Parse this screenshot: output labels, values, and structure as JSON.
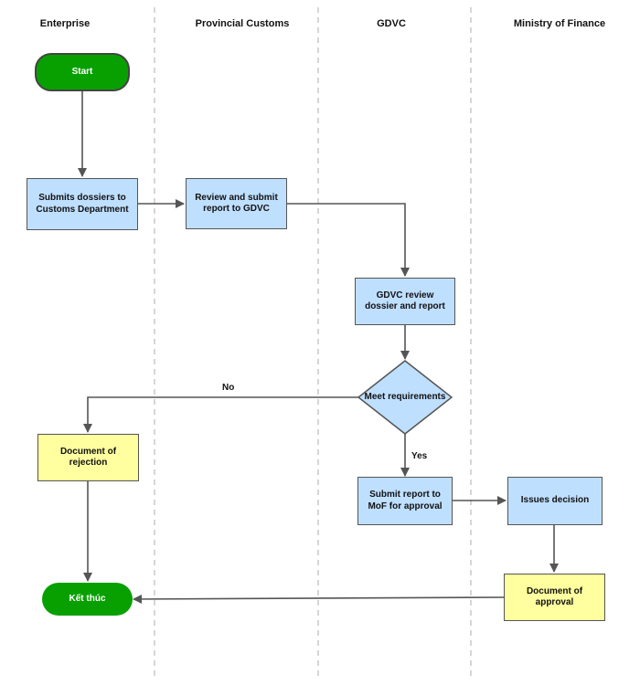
{
  "lanes": [
    "Enterprise",
    "Provincial Customs",
    "GDVC",
    "Ministry of Finance"
  ],
  "nodes": {
    "start": "Start",
    "submit_dossiers": "Submits dossiers to Customs Department",
    "review_submit": "Review and submit report to GDVC",
    "gdvc_review": "GDVC review dossier and report",
    "decision": "Meet requirements",
    "rejection": "Document of rejection",
    "submit_mof": "Submit report to MoF for approval",
    "issues_decision": "Issues decision",
    "approval": "Document of approval",
    "end": "Kết thúc"
  },
  "edge_labels": {
    "no": "No",
    "yes": "Yes"
  },
  "colors": {
    "process": "#bfdfff",
    "document": "#ffff9f",
    "terminal": "#08a000",
    "line": "#555555",
    "lane_divider": "#bbbbbb"
  }
}
